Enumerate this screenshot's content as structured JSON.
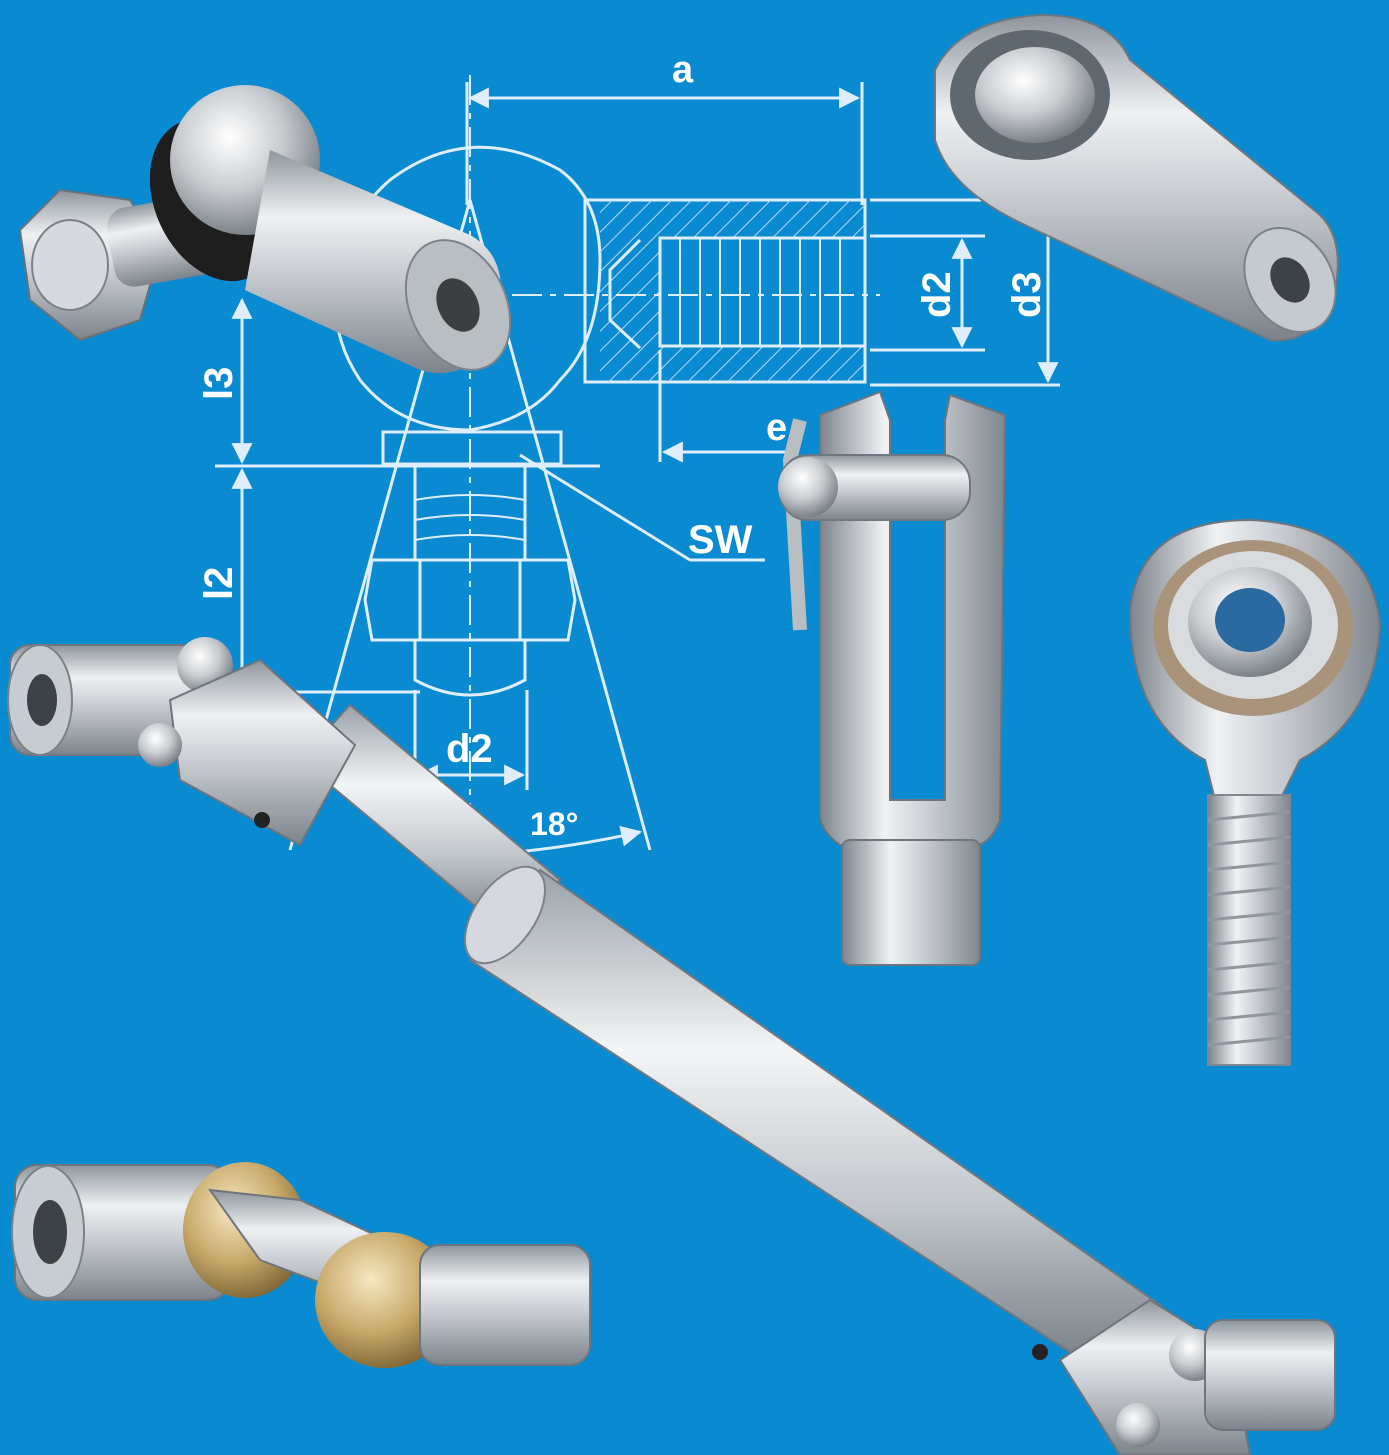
{
  "background_color": "#0a8ad0",
  "drawing_color": "#dfeefc",
  "metal_color": "#c9cdd2",
  "brass_color": "#c8a96a",
  "drawing": {
    "label_a": "a",
    "label_d2_right": "d2",
    "label_d3": "d3",
    "label_l3": "l3",
    "label_l2": "l2",
    "label_e": "e",
    "label_sw": "SW",
    "label_d2_bottom": "d2",
    "label_angle": "18°"
  },
  "parts": [
    "angle-joint-with-nut",
    "ball-socket",
    "clevis-fork-with-pin",
    "rod-end-bearing",
    "telescopic-cardan-shaft",
    "universal-joint"
  ]
}
